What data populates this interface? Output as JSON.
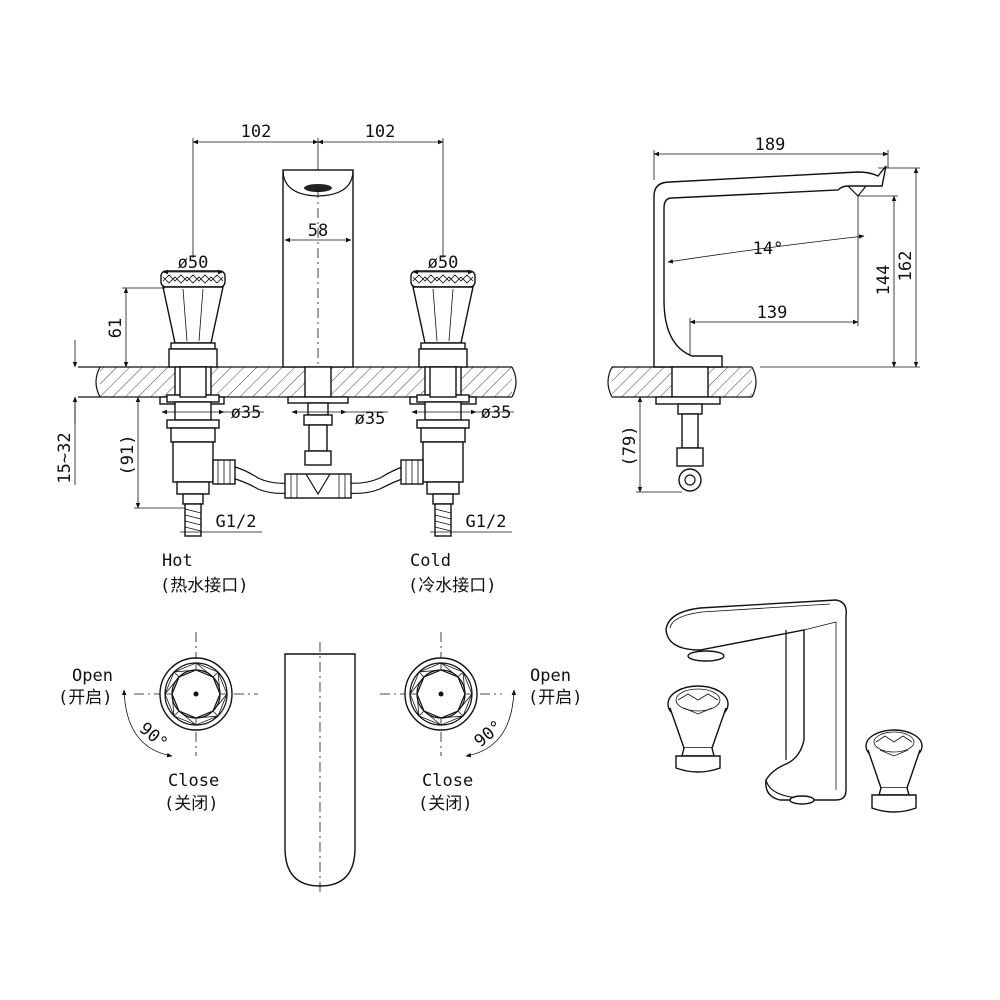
{
  "dimensions": {
    "handle_spacing_left": "102",
    "handle_spacing_right": "102",
    "spout_width": "58",
    "handle_dia_left": "ø50",
    "handle_dia_right": "ø50",
    "handle_height": "61",
    "deck_thickness": "15~32",
    "under_deck_length": "(91)",
    "hole_dia_left": "ø35",
    "hole_dia_center": "ø35",
    "hole_dia_right": "ø35",
    "thread_left": "G1/2",
    "thread_right": "G1/2",
    "spout_reach": "189",
    "spout_angle": "14°",
    "spout_projection": "139",
    "spout_outlet_height": "144",
    "total_height": "162",
    "side_under_deck": "(79)",
    "rotation_left": "90°",
    "rotation_right": "90°"
  },
  "labels": {
    "hot": "Hot",
    "hot_cn": "(热水接口)",
    "cold": "Cold",
    "cold_cn": "(冷水接口)",
    "open_left": "Open",
    "open_left_cn": "(开启)",
    "open_right": "Open",
    "open_right_cn": "(开启)",
    "close_left": "Close",
    "close_left_cn": "(关闭)",
    "close_right": "Close",
    "close_right_cn": "(关闭)"
  }
}
